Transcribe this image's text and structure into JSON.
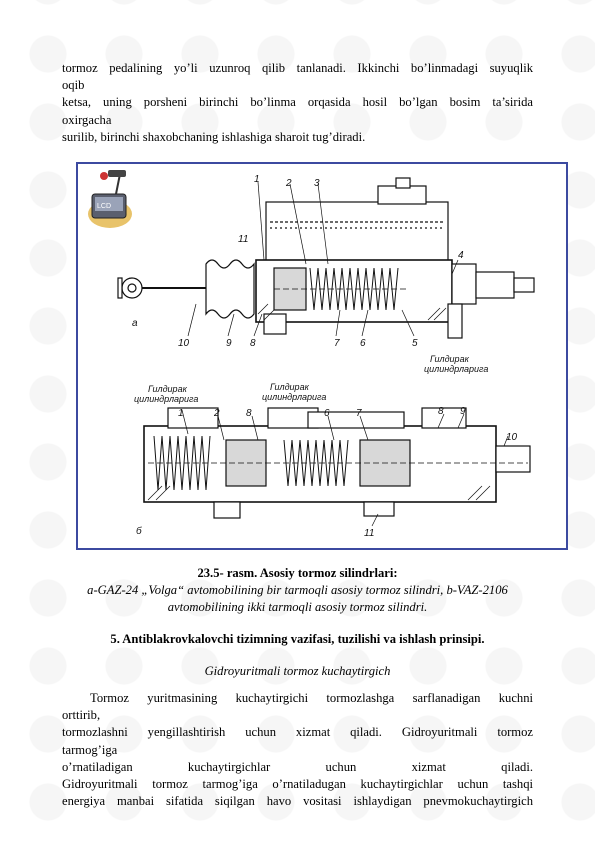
{
  "paragraph1": {
    "lines": [
      "tormoz pedalining yo’li uzunroq qilib tanlanadi. Ikkinchi bo’linmadagi suyuqlik",
      "oqib",
      "ketsa, uning porsheni birinchi bo’linma orqasida hosil bo’lgan bosim ta’sirida",
      "oxirgacha",
      "surilib, birinchi shaxobchaning ishlashiga sharoit tug’diradi."
    ]
  },
  "figure": {
    "labels": {
      "top_numbers": [
        "1",
        "2",
        "3",
        "4",
        "11"
      ],
      "top_bottom_numbers": [
        "10",
        "9",
        "8",
        "7",
        "6",
        "5"
      ],
      "variant_a": "a",
      "variant_b": "б",
      "bottom_numbers": [
        "1",
        "2",
        "8",
        "6",
        "7",
        "8",
        "9",
        "10",
        "11"
      ],
      "outlet_right": [
        "Гилдирак",
        "цилиндрларига"
      ],
      "outlet_left": [
        "Гилдирак",
        "цилиндрларига"
      ],
      "outlet_mid": [
        "Гилдирак",
        "цилиндрларига"
      ],
      "badge_text": "LCD"
    }
  },
  "caption": {
    "title": "23.5- rasm. Asosiy tormoz silindrlari:",
    "description_lines": [
      "a-GAZ-24 „Volga“ avtomobilining bir tarmoqli asosiy tormoz silindri, b-VAZ-2106",
      "avtomobilining ikki tarmoqli asosiy tormoz silindri."
    ]
  },
  "section": {
    "heading": "5. Antiblakrovkalovchi tizimning vazifasi, tuzilishi va ishlash prinsipi.",
    "subheading": "Gidroyuritmali tormoz kuchaytirgich"
  },
  "paragraph2": {
    "lines": [
      "Tormoz yuritmasining kuchaytirgichi tormozlashga sarflanadigan kuchni",
      "orttirib,",
      "tormozlashni yengillashtirish uchun xizmat qiladi. Gidroyuritmali tormoz",
      "tarmog’iga",
      "o’rnatiladigan kuchaytirgichlar uchun xizmat qiladi.",
      "Gidroyuritmali tormoz tarmog’iga o’rnatiladugan kuchaytirgichlar uchun tashqi",
      "energiya manbai sifatida siqilgan havo vositasi ishlaydigan pnevmokuchaytirgich"
    ]
  }
}
